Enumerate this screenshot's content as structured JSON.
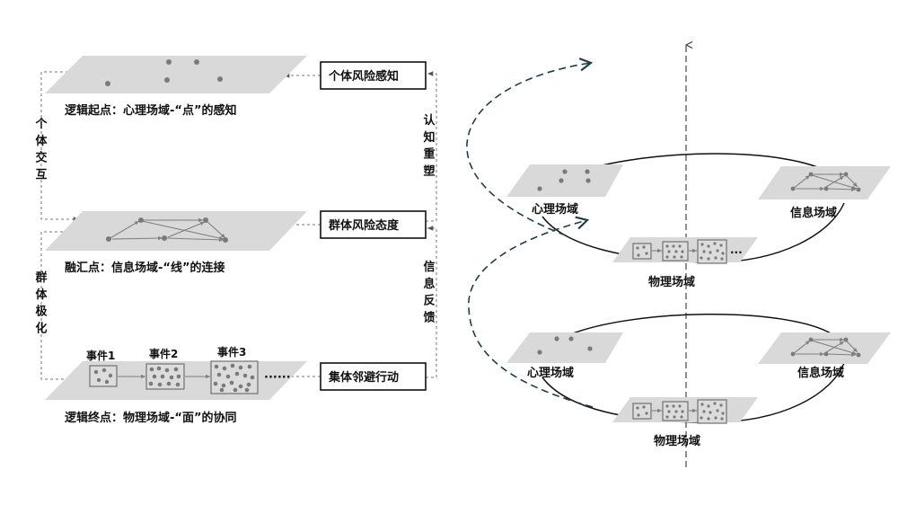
{
  "left": {
    "stages": [
      {
        "label": "个体风险感知"
      },
      {
        "label": "群体风险态度"
      },
      {
        "label": "集体邻避行动"
      }
    ],
    "plane_captions": {
      "top": "逻辑起点：心理场域-“点”的感知",
      "middle": "融汇点：信息场域-“线”的连接",
      "bottom": "逻辑终点：物理场域-“面”的协同"
    },
    "events": [
      "事件1",
      "事件2",
      "事件3"
    ],
    "ellipsis": "······",
    "side_left": {
      "upper": "个体交互",
      "lower": "群体极化"
    },
    "side_right": {
      "upper": "认知重塑",
      "lower": "信息反馈"
    }
  },
  "right": {
    "psych_field": "心理场域",
    "info_field": "信息场域",
    "phys_field": "物理场域",
    "ellipsis": "···"
  }
}
